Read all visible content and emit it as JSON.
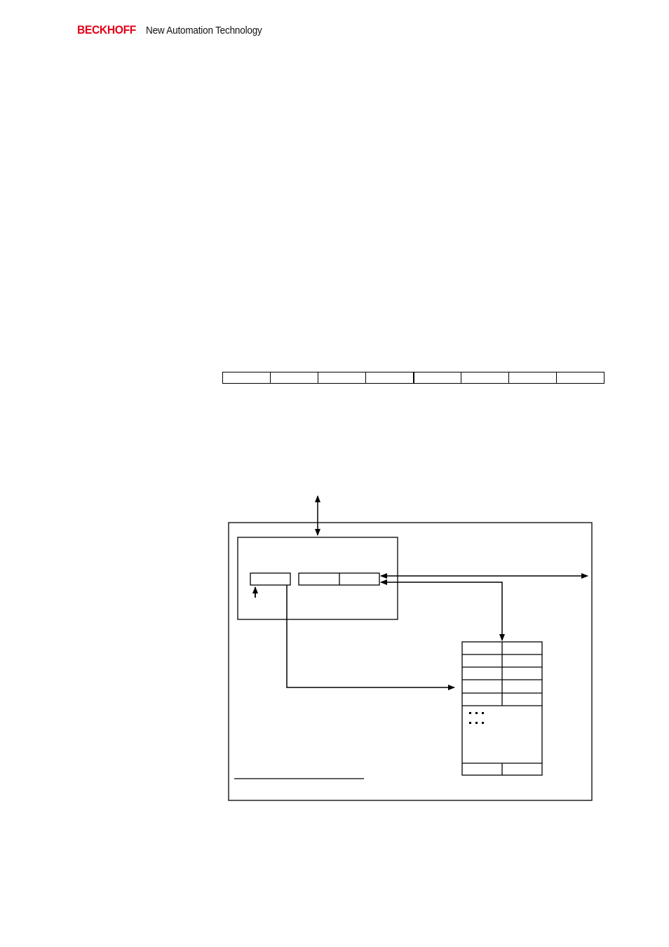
{
  "header": {
    "brand": "BECKHOFF",
    "tagline": "New Automation Technology"
  },
  "colors": {
    "brand_red": "#e2001a",
    "line": "#000000"
  },
  "register_row": {
    "cell_count": 8
  },
  "diagram": {
    "table_dots": ". . .",
    "table_dots_2": ". . ."
  }
}
